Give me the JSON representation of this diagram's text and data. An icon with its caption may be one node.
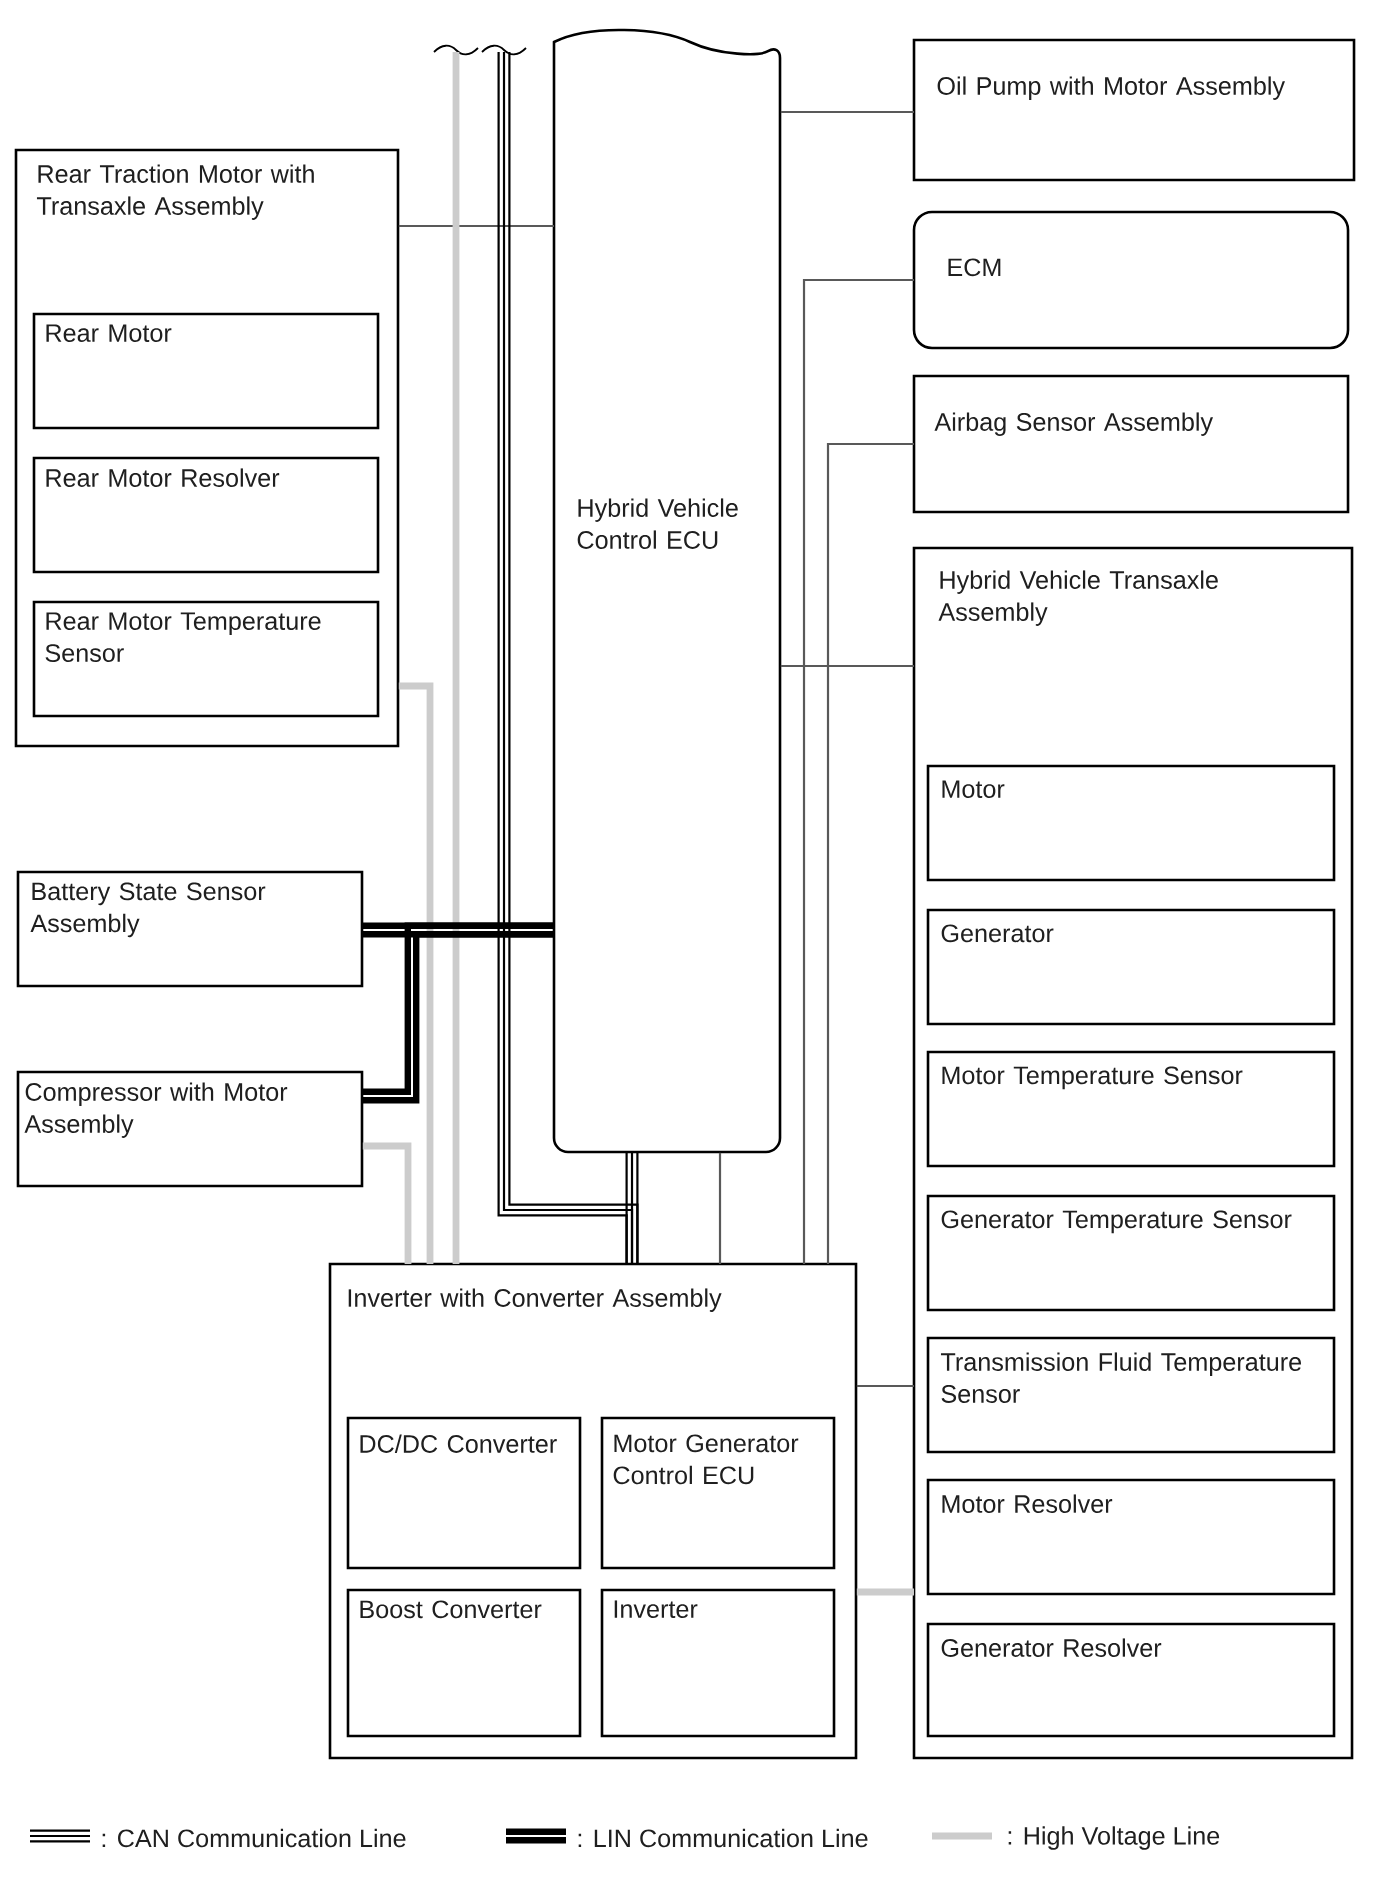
{
  "diagram": {
    "nodes": [
      {
        "text": [
          "Rear Traction Motor with Transaxle Assembly"
        ]
      },
      {
        "text": [
          "Rear Motor"
        ],
        "in": 0
      },
      {
        "text": [
          "Rear Motor Resolver"
        ],
        "in": 0
      },
      {
        "text": [
          "Rear Motor Temperature Sensor"
        ],
        "in": 0
      },
      {
        "text": [
          "Hybrid Vehicle Control ECU"
        ]
      },
      {
        "text": [
          "Oil Pump with Motor Assembly"
        ]
      },
      {
        "text": [
          "ECM"
        ]
      },
      {
        "text": [
          "Airbag Sensor Assembly"
        ]
      },
      {
        "text": [
          "Hybrid Vehicle Transaxle Assembly"
        ]
      },
      {
        "text": [
          "Motor"
        ],
        "in": 8
      },
      {
        "text": [
          "Generator"
        ],
        "in": 8
      },
      {
        "text": [
          "Motor Temperature Sensor"
        ],
        "in": 8
      },
      {
        "text": [
          "Generator Temperature Sensor"
        ],
        "in": 8
      },
      {
        "text": [
          "Transmission Fluid Temperature Sensor"
        ],
        "in": 8
      },
      {
        "text": [
          "Motor Resolver"
        ],
        "in": 8
      },
      {
        "text": [
          "Generator Resolver"
        ],
        "in": 8
      },
      {
        "text": [
          "Battery State Sensor Assembly"
        ]
      },
      {
        "text": [
          "Compressor with Motor Assembly"
        ]
      },
      {
        "text": [
          "Inverter with Converter Assembly"
        ]
      },
      {
        "text": [
          "DC/DC Converter"
        ],
        "in": 18
      },
      {
        "text": [
          "Motor Generator Control ECU"
        ],
        "in": 18
      },
      {
        "text": [
          "Boost Converter"
        ],
        "in": 18
      },
      {
        "text": [
          "Inverter"
        ],
        "in": 18
      }
    ],
    "edges": [
      {
        "from": 4,
        "to": 5,
        "arrow": "none"
      },
      {
        "from": 0,
        "to": 4,
        "arrow": "none"
      },
      {
        "from": 6,
        "to": 18,
        "arrow": "none"
      },
      {
        "from": 7,
        "to": 18,
        "arrow": "none"
      },
      {
        "from": 4,
        "to": 8,
        "arrow": "none"
      },
      {
        "from": 4,
        "to": 18,
        "arrow": "none"
      },
      {
        "from": 18,
        "to": 8,
        "arrow": "none"
      },
      {
        "from": 18,
        "to": 8,
        "arrow": "none",
        "style": "thick",
        "color": "#cccccc"
      },
      {
        "from": 0,
        "to": 18,
        "arrow": "none",
        "style": "thick",
        "color": "#cccccc"
      },
      {
        "from": 17,
        "to": 18,
        "arrow": "none",
        "style": "thick",
        "color": "#cccccc"
      },
      {
        "from": null,
        "to": 18,
        "arrow": "none",
        "style": "thick",
        "color": "#cccccc"
      },
      {
        "from": 16,
        "to": 4,
        "arrow": "none",
        "style": "thick",
        "color": "#000000"
      },
      {
        "from": 17,
        "to": 4,
        "arrow": "none",
        "style": "thick",
        "color": "#000000"
      },
      {
        "from": null,
        "to": 18,
        "arrow": "none",
        "color": "#000000"
      },
      {
        "from": 4,
        "to": 18,
        "arrow": "none",
        "color": "#000000"
      }
    ],
    "legend": [
      {
        "text": ": CAN Communication Line"
      },
      {
        "text": ": LIN Communication Line"
      },
      {
        "text": ": High Voltage Line"
      }
    ]
  }
}
